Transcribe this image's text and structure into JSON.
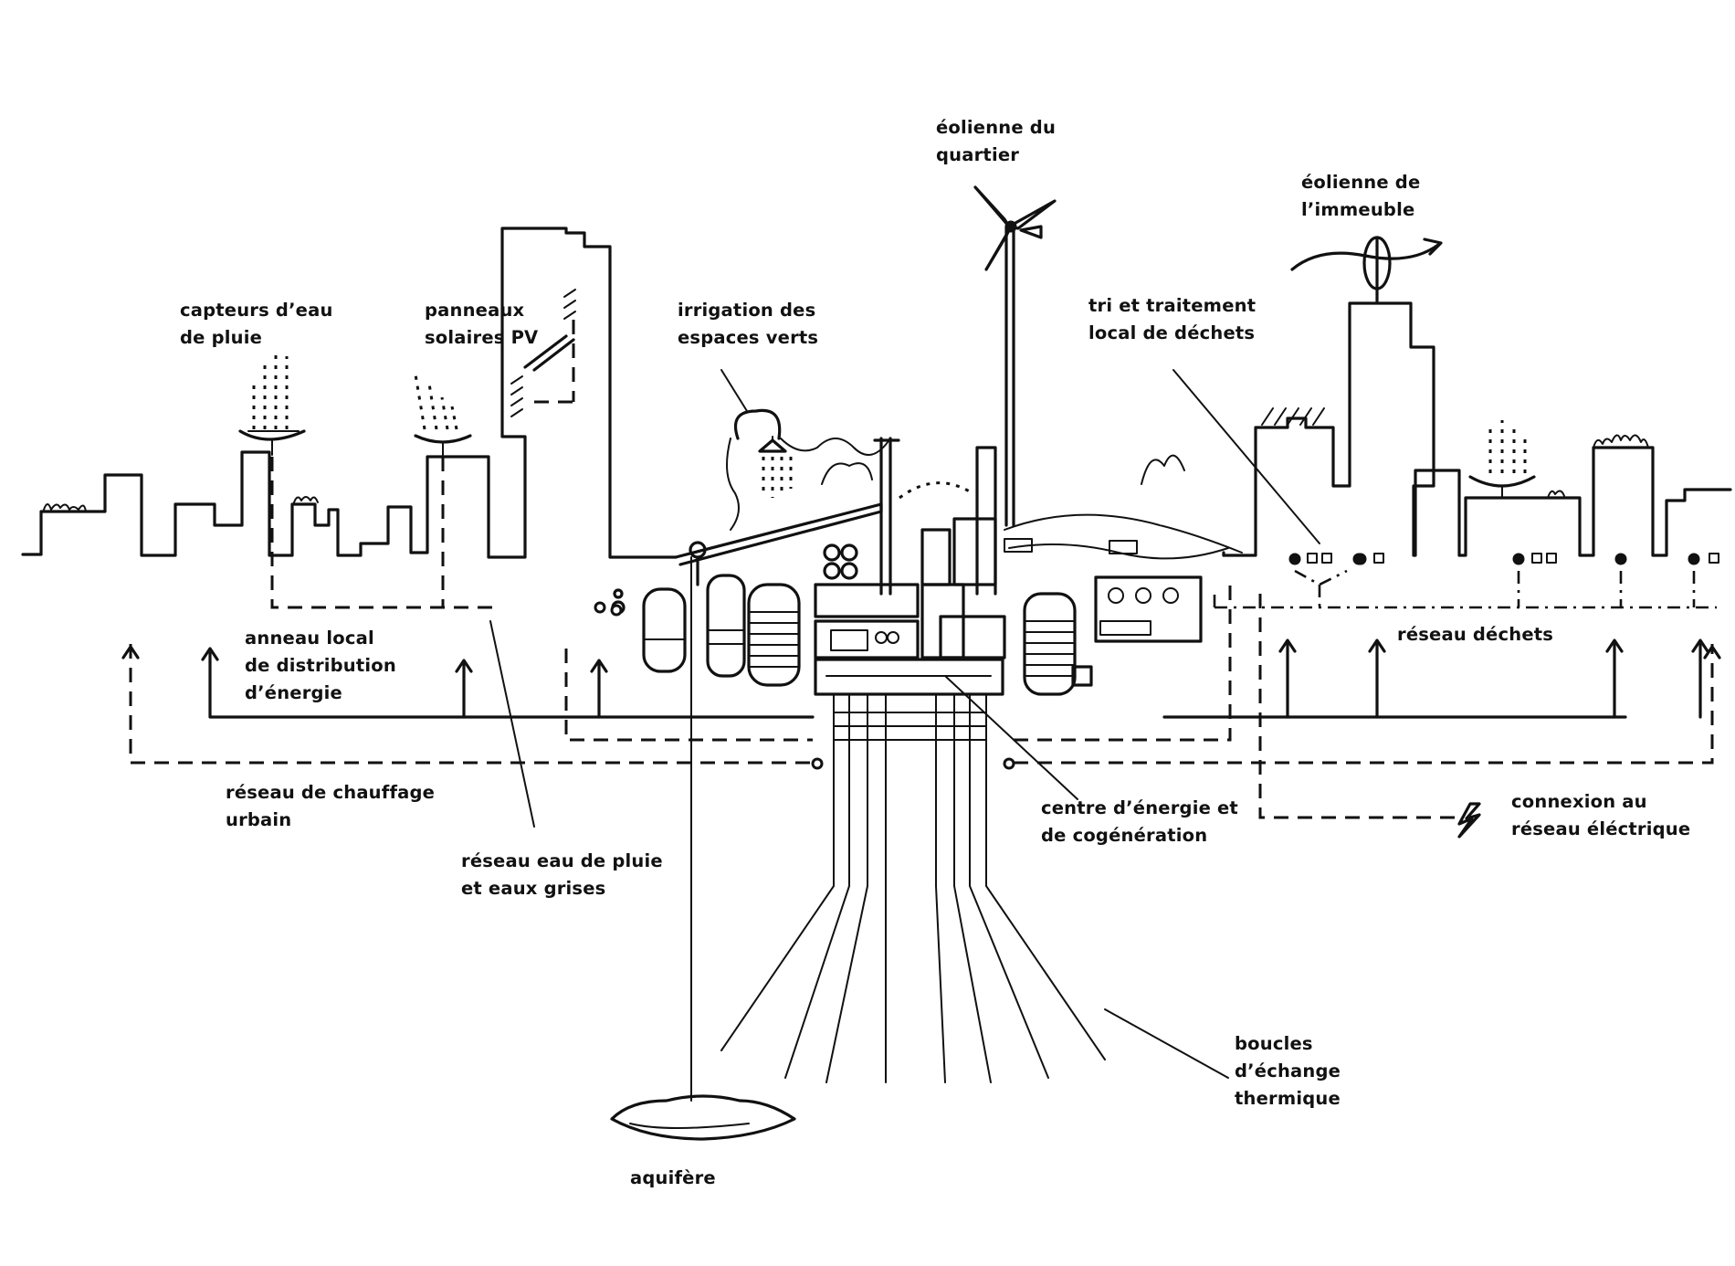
{
  "labels": {
    "eolienne_quartier": [
      "éolienne du",
      "quartier"
    ],
    "eolienne_immeuble": [
      "éolienne de",
      "l’immeuble"
    ],
    "capteurs": [
      "capteurs d’eau",
      "de pluie"
    ],
    "panneaux": [
      "panneaux",
      "solaires PV"
    ],
    "irrigation": [
      "irrigation des",
      "espaces verts"
    ],
    "tri": [
      "tri et traitement",
      "local de déchets"
    ],
    "anneau": [
      "anneau local",
      "de distribution",
      "d’énergie"
    ],
    "reseau_dechets": [
      "réseau déchets"
    ],
    "chauffage": [
      "réseau de chauffage",
      "urbain"
    ],
    "eau_pluie": [
      "réseau eau de pluie",
      "et eaux grises"
    ],
    "centre": [
      "centre d’énergie et",
      "de cogénération"
    ],
    "connexion": [
      "connexion au",
      "réseau éléctrique"
    ],
    "boucles": [
      "boucles",
      "d’échange",
      "thermique"
    ],
    "aquifere": [
      "aquifère"
    ]
  }
}
